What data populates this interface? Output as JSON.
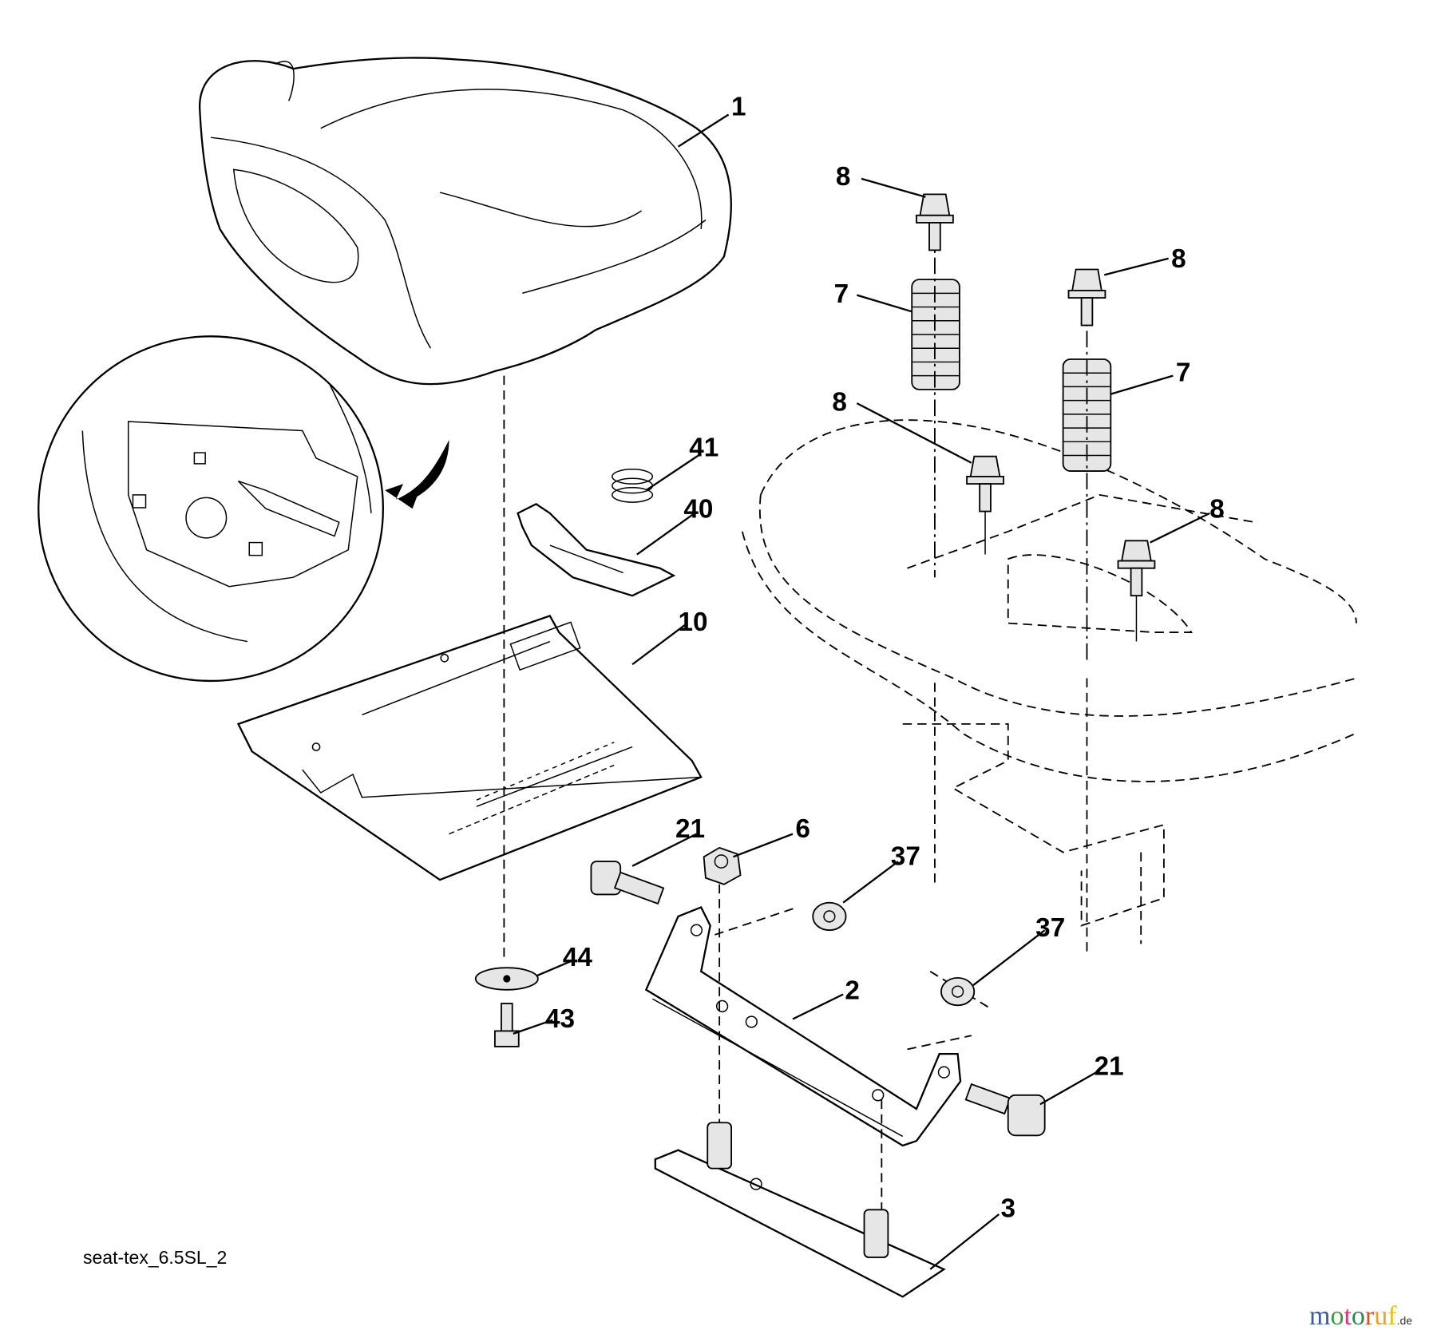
{
  "diagram": {
    "caption": "seat-tex_6.5SL_2",
    "watermark": "motoruf.de",
    "watermark_main": "motoruf",
    "watermark_tld": ".de",
    "watermark_colors": [
      "#3a5aa8",
      "#3a9a3a",
      "#e0307a",
      "#2a8a4a",
      "#e05020",
      "#f0a020",
      "#e8c020"
    ],
    "callouts": [
      "1",
      "8",
      "8",
      "7",
      "7",
      "8",
      "8",
      "41",
      "40",
      "10",
      "21",
      "6",
      "37",
      "37",
      "44",
      "43",
      "2",
      "21",
      "3"
    ]
  }
}
